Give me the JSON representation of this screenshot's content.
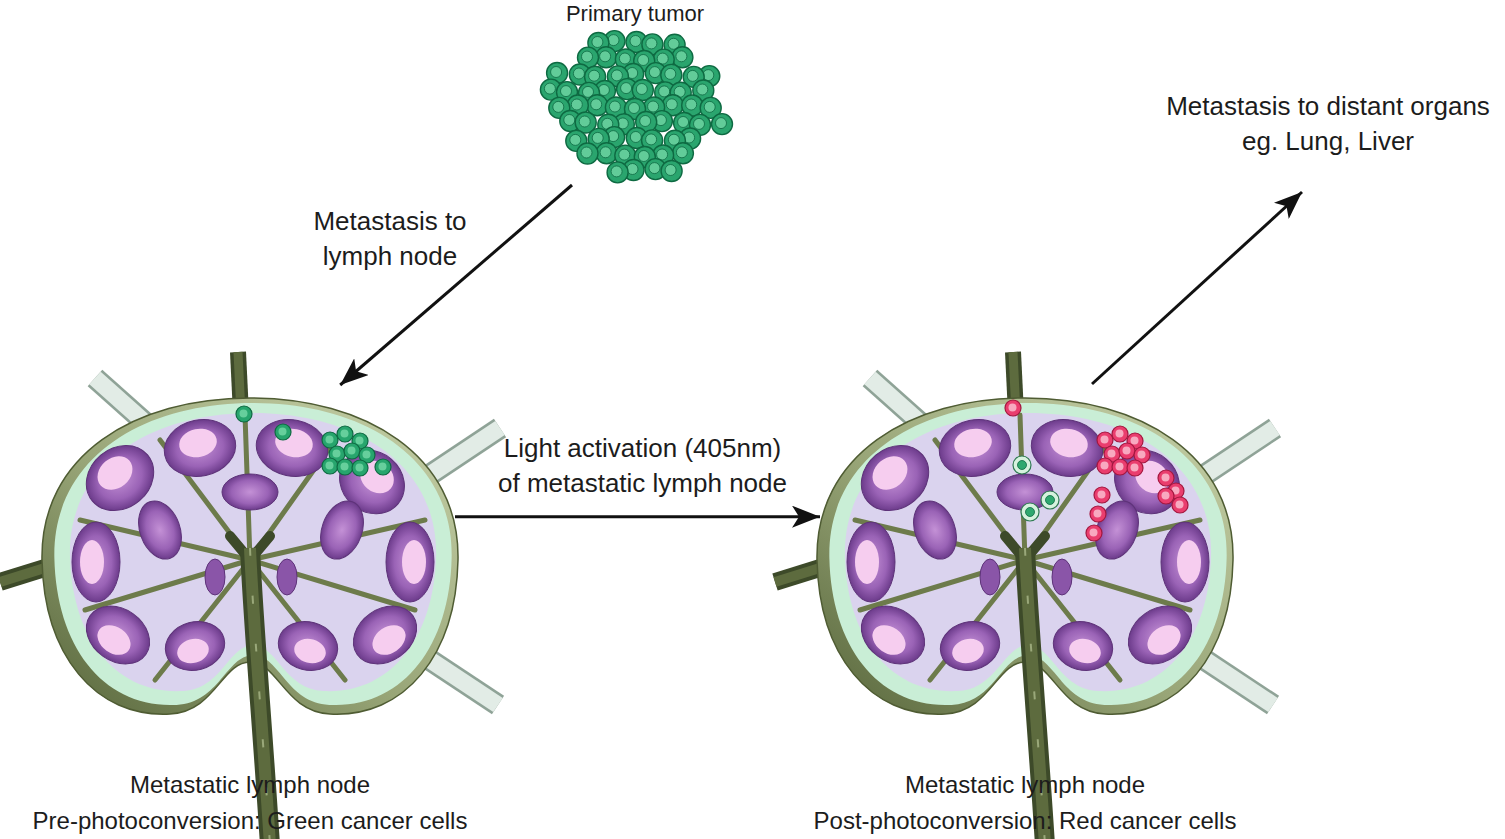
{
  "diagram": {
    "nodes": [
      {
        "text": [
          "Primary tumor"
        ]
      },
      {
        "text": [
          "Metastatic lymph node",
          "Pre-photoconversion: Green cancer cells"
        ]
      },
      {
        "text": [
          "Metastatic lymph node",
          "Post-photoconversion: Red cancer cells"
        ]
      }
    ],
    "edges": [
      {
        "from": 0,
        "to": 1,
        "arrow": "to",
        "label": "Metastasis to lymph node"
      },
      {
        "from": 1,
        "to": 2,
        "arrow": "to",
        "label": "Light activation (405nm) of metastatic lymph node"
      }
    ],
    "labels": [
      "Metastasis to distant organs eg. Lung, Liver"
    ]
  }
}
